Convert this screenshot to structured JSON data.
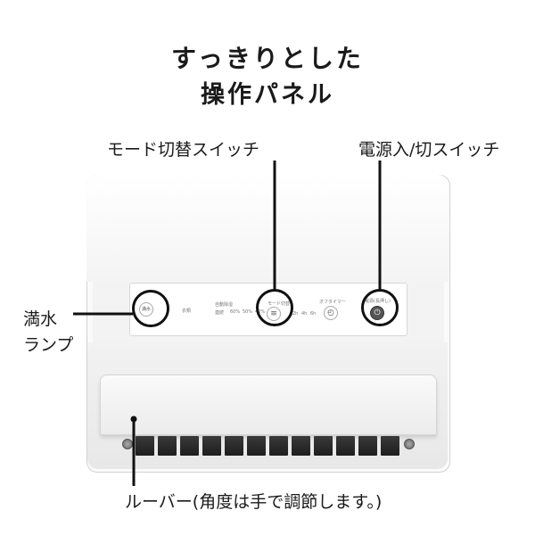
{
  "title": {
    "line1": "すっきりとした",
    "line2": "操作パネル"
  },
  "callouts": {
    "mode_switch": "モード切替スイッチ",
    "power_switch": "電源入/切スイッチ",
    "full_tank_line1": "満水",
    "full_tank_line2": "ランプ",
    "louver": "ルーバー(角度は手で調節します。)"
  },
  "panel": {
    "full_tank_label": "満水",
    "drain_label": "衣類",
    "humidity_header": "自動除湿",
    "continuous_label": "連続",
    "humidity_options": [
      "60%",
      "50%",
      "40%"
    ],
    "mode_button_label": "モード切替",
    "off_timer_label": "オフタイマー",
    "timer_options": [
      "2h",
      "4h",
      "6h"
    ],
    "power_button_label": "電源(長押し)"
  },
  "colors": {
    "line": "#111111",
    "device_body": "#f3f3f3",
    "vent": "#222222"
  }
}
